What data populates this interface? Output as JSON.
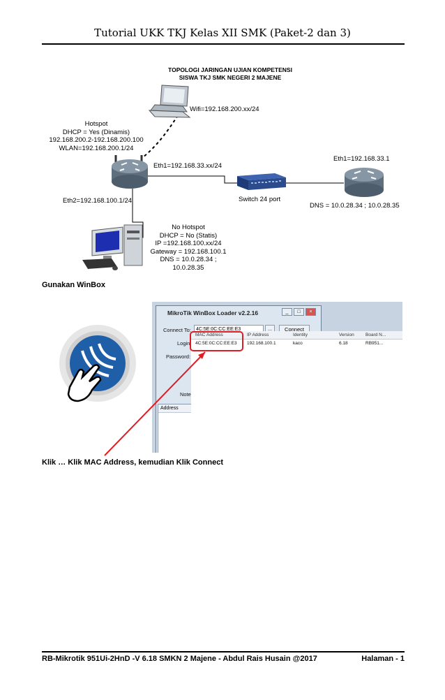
{
  "header": {
    "title": "Tutorial UKK TKJ Kelas XII SMK (Paket-2 dan 3)"
  },
  "topology": {
    "title_line1": "TOPOLOGI JARINGAN UJIAN KOMPETENSI",
    "title_line2": "SISWA TKJ SMK NEGERI  2 MAJENE",
    "wifi_label": "Wifi=192.168.200.xx/24",
    "hotspot": [
      "Hotspot",
      "DHCP = Yes (Dinamis)",
      "192.168.200.2-192.168.200.100",
      "WLAN=192.168.200.1/24"
    ],
    "eth1_router": "Eth1=192.168.33.xx/24",
    "eth1_gateway": "Eth1=192.168.33.1",
    "eth2": "Eth2=192.168.100.1/24",
    "switch_label": "Switch 24 port",
    "dns_gateway": "DNS = 10.0.28.34 ; 10.0.28.35",
    "client": [
      "No Hotspot",
      "DHCP = No (Statis)",
      "IP =192.168.100.xx/24",
      "Gateway = 192.168.100.1",
      "DNS = 10.0.28.34 ;",
      "10.0.28.35"
    ]
  },
  "section1": "Gunakan WinBox",
  "winbox": {
    "window_title": "MikroTik WinBox Loader v2.2.16",
    "connect_to_label": "Connect To:",
    "connect_to_value": "4C:5E:0C:CC:EE:E3",
    "browse_btn": "...",
    "connect_btn": "Connect",
    "login_label": "Login:",
    "password_label": "Password:",
    "note_label": "Note:",
    "address_label": "Address",
    "columns": [
      "MAC Address",
      "IP Address",
      "Identity",
      "Version",
      "Board N..."
    ],
    "row": [
      "4C:5E:0C:CC:EE:E3",
      "192.168.100.1",
      "kaco",
      "6.18",
      "RB951..."
    ]
  },
  "section2": "Klik  … Klik MAC Address, kemudian Klik Connect",
  "footer": {
    "left": "RB-Mikrotik  951Ui-2HnD -V 6.18  SMKN 2 Majene - Abdul Rais Husain @2017",
    "right": "Halaman -  1"
  },
  "colors": {
    "router": "#6f7f8e",
    "switch": "#2b4b8c",
    "highlight": "#e11b22",
    "winbox_logo": "#1f5fa8"
  }
}
